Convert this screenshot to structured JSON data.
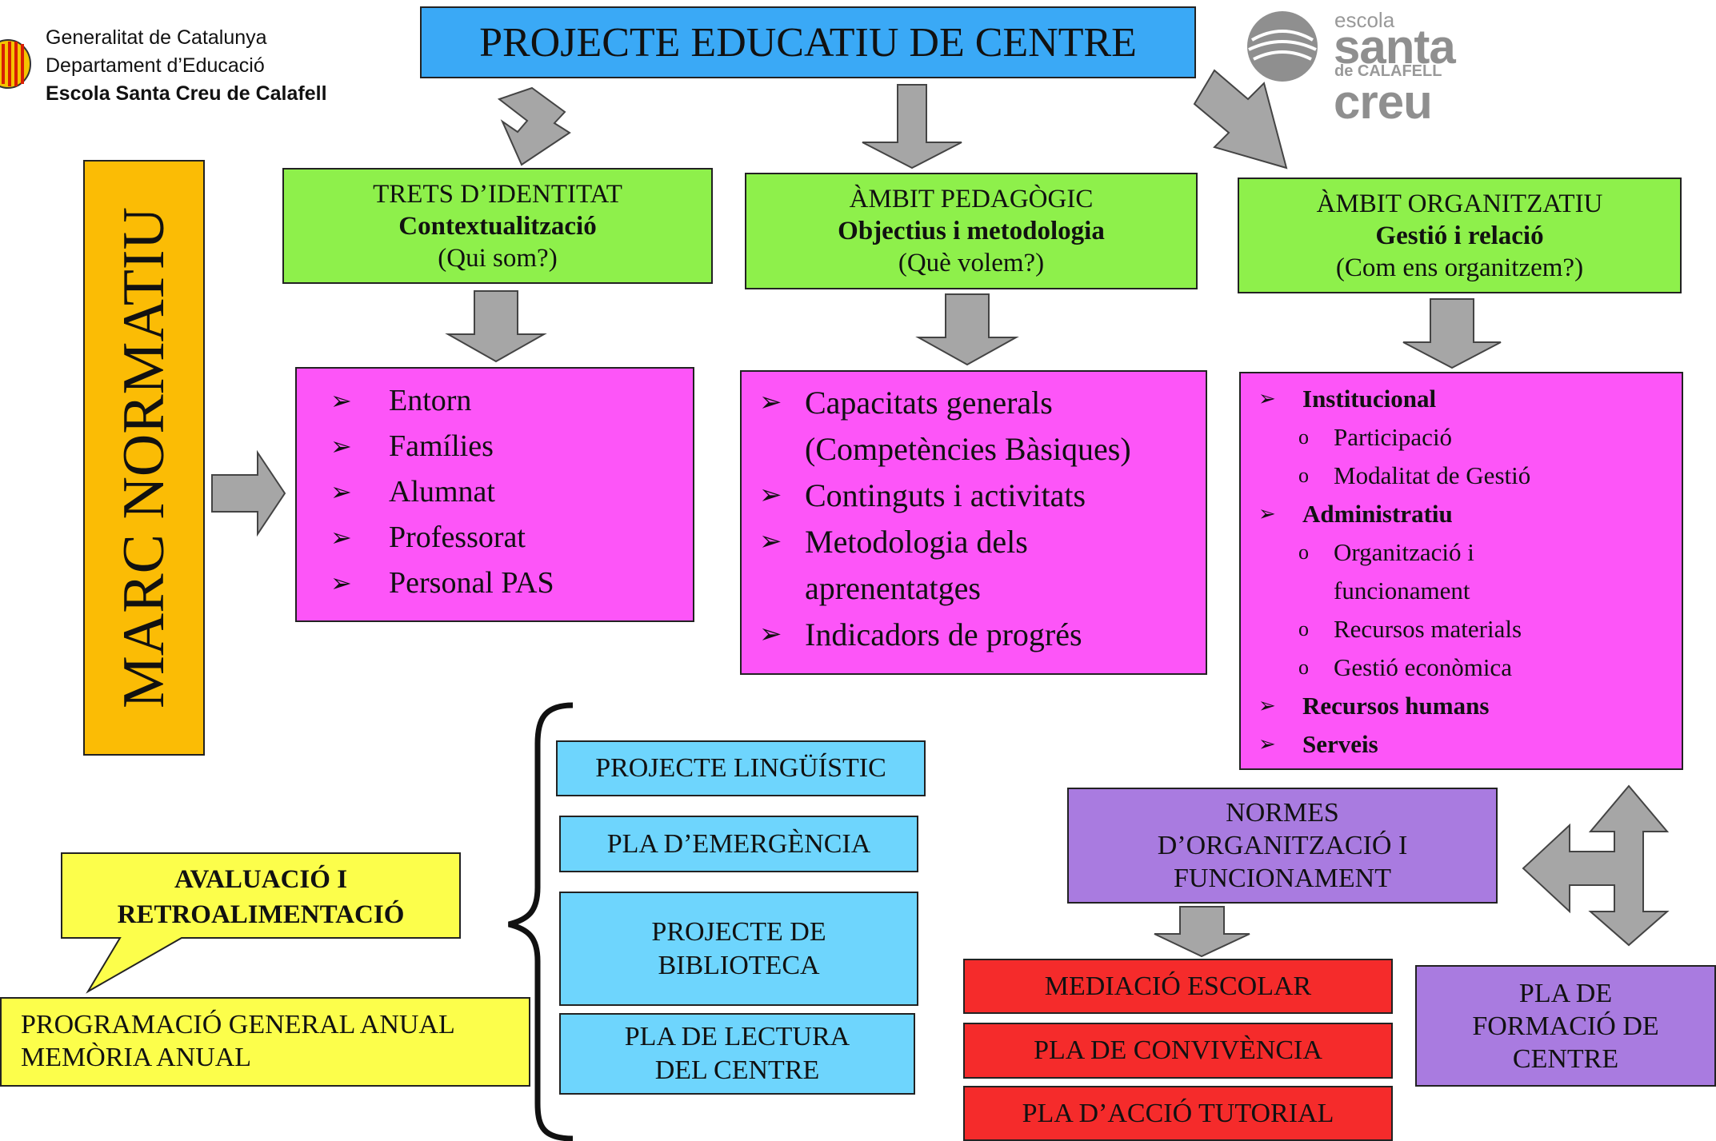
{
  "header": {
    "line1": "Generalitat de Catalunya",
    "line2": "Departament d’Educació",
    "line3": "Escola Santa Creu de Calafell"
  },
  "logo": {
    "small_top": "escola",
    "big": "santa creu",
    "small_bottom": "de CALAFELL"
  },
  "title": "PROJECTE EDUCATIU DE CENTRE",
  "marc": "MARC NORMATIU",
  "trets": {
    "line1": "TRETS D’IDENTITAT",
    "line2": "Contextualització",
    "line3": "(Qui som?)"
  },
  "pedagogic": {
    "line1": "ÀMBIT PEDAGÒGIC",
    "line2": "Objectius i metodologia",
    "line3": "(Què volem?)"
  },
  "organitzatiu": {
    "line1": "ÀMBIT ORGANITZATIU",
    "line2": "Gestió i relació",
    "line3": "(Com ens organitzem?)"
  },
  "trets_items": [
    "Entorn",
    "Famílies",
    "Alumnat",
    "Professorat",
    "Personal PAS"
  ],
  "ped_items": [
    "Capacitats generals",
    "(Competències Bàsiques)",
    "Continguts i activitats",
    "Metodologia dels",
    "aprenentatges",
    "Indicadors de progrés"
  ],
  "org_items": {
    "institucional": "Institucional",
    "participacio": "Participació",
    "modalitat": "Modalitat de Gestió",
    "administratiu": "Administratiu",
    "organitzacio": "Organització i",
    "funcionament": "funcionament",
    "recursos_materials": "Recursos materials",
    "gestio_economica": "Gestió econòmica",
    "recursos_humans": "Recursos humans",
    "serveis": "Serveis"
  },
  "blue_boxes": {
    "linguistic": "PROJECTE LINGÜÍSTIC",
    "emergencia": "PLA D’EMERGÈNCIA",
    "biblioteca_1": "PROJECTE DE",
    "biblioteca_2": "BIBLIOTECA",
    "lectura_1": "PLA DE LECTURA",
    "lectura_2": "DEL CENTRE"
  },
  "nofc": {
    "line1": "NORMES",
    "line2": "D’ORGANITZACIÓ I",
    "line3": "FUNCIONAMENT"
  },
  "red_boxes": {
    "mediacio": "MEDIACIÓ ESCOLAR",
    "convivencia": "PLA DE CONVIVÈNCIA",
    "tutorial": "PLA D’ACCIÓ TUTORIAL"
  },
  "formacio": {
    "line1": "PLA DE",
    "line2": "FORMACIÓ DE",
    "line3": "CENTRE"
  },
  "avaluacio": {
    "line1": "AVALUACIÓ I",
    "line2": "RETROALIMENTACIÓ"
  },
  "programacio": {
    "line1": "PROGRAMACIÓ GENERAL ANUAL",
    "line2": "MEMÒRIA ANUAL"
  },
  "colors": {
    "title_blue": "#3aa9f6",
    "marc_orange": "#fbbc05",
    "green": "#8ef04b",
    "pink": "#fd55f8",
    "light_blue": "#6ed5fd",
    "purple": "#a97be0",
    "red": "#f52b2b",
    "yellow": "#fcfe4b",
    "arrow_gray": "#a6a6a6"
  }
}
